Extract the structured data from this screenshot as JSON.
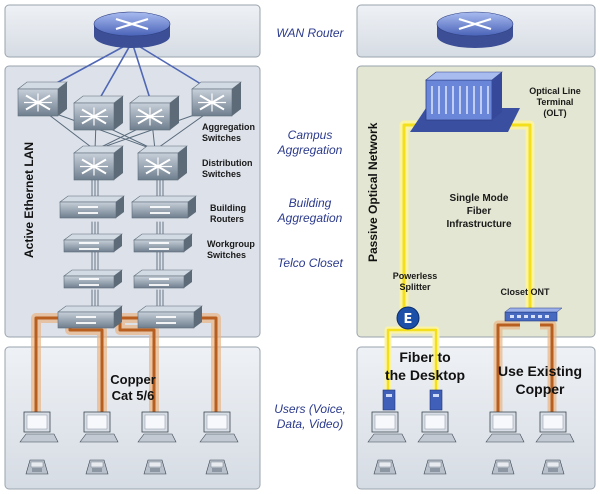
{
  "middle_labels": {
    "wan_router": "WAN Router",
    "campus_aggregation": "Campus\nAggregation",
    "building_aggregation": "Building\nAggregation",
    "telco_closet": "Telco Closet",
    "users": "Users (Voice,\nData, Video)"
  },
  "left": {
    "section_title": "Active Ethernet LAN",
    "aggregation_switches": "Aggregation\nSwitches",
    "distribution_switches": "Distribution\nSwitches",
    "building_routers": "Building\nRouters",
    "workgroup_switches": "Workgroup\nSwitches",
    "copper_label": "Copper\nCat 5/6"
  },
  "right": {
    "section_title": "Passive Optical Network",
    "olt_label": "Optical Line\nTerminal\n(OLT)",
    "fiber_label": "Single Mode\nFiber\nInfrastructure",
    "splitter_label": "Powerless\nSplitter",
    "ont_label": "Closet ONT",
    "fiber_desktop": "Fiber to\nthe Desktop",
    "existing_copper": "Use Existing\nCopper"
  },
  "colors": {
    "copper": "#b85f1f",
    "fiber": "#f3df1c",
    "router": "#6f8ad6",
    "switch": "#7f8d9b",
    "lan_panel": "#dde2ea",
    "pon_panel": "#e3e6d2",
    "label_blue": "#2b3a8c"
  },
  "icons": [
    "router-icon",
    "switch-icon",
    "olt-icon",
    "splitter-icon",
    "ont-icon",
    "computer-icon",
    "phone-icon"
  ]
}
